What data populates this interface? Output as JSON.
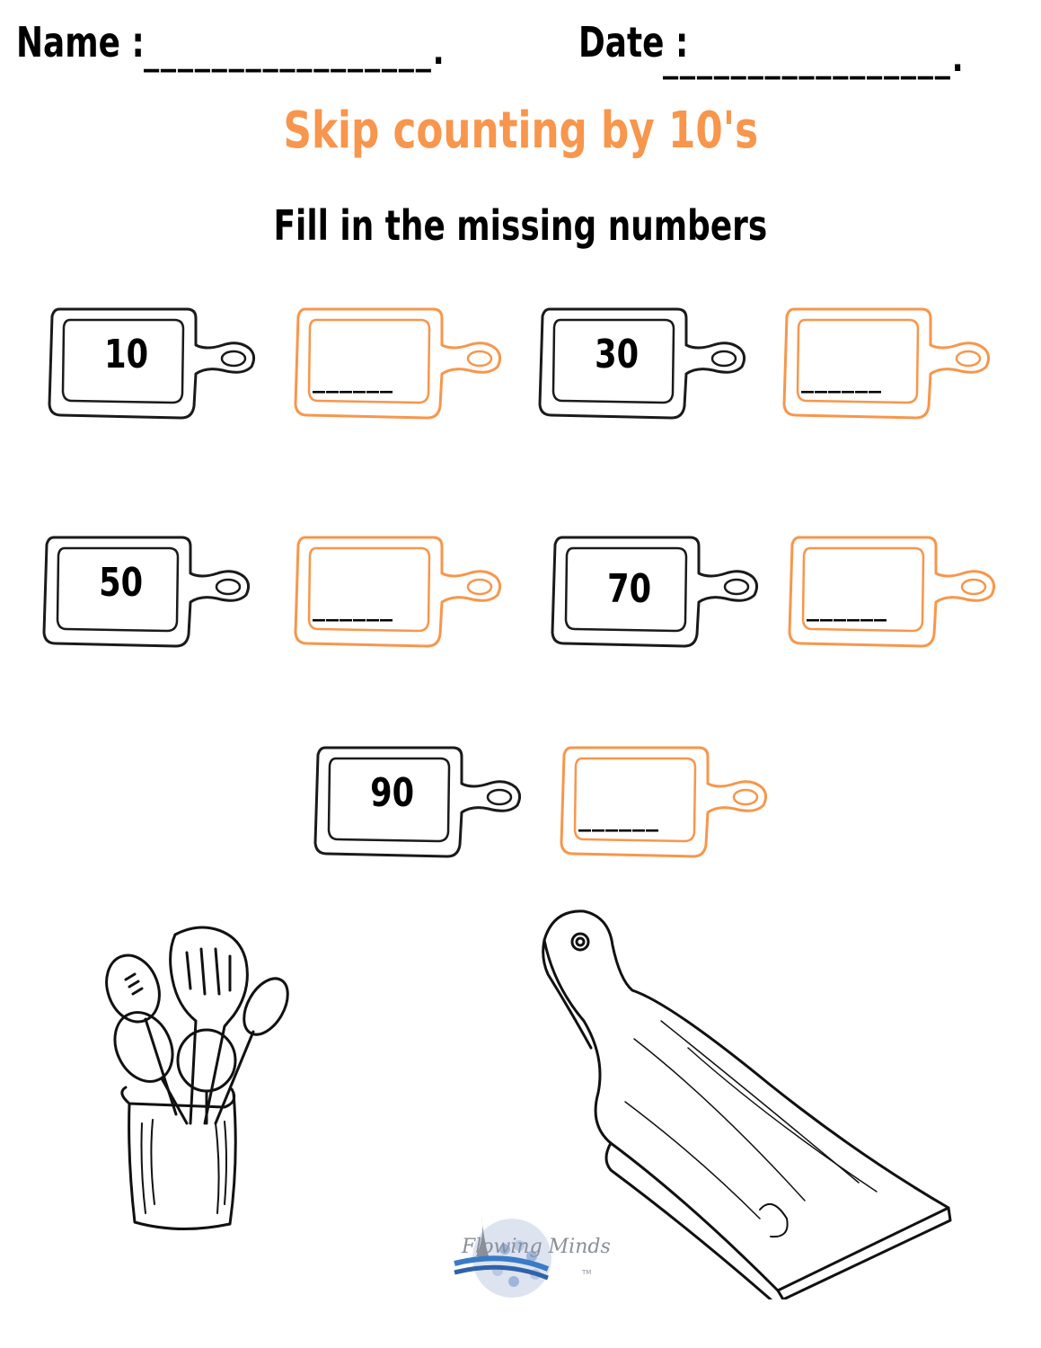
{
  "header": {
    "name_label": "Name :",
    "name_blank": "_________________.",
    "date_label": "Date :",
    "date_blank": "_________________."
  },
  "title": "Skip counting by 10's",
  "subtitle": "Fill in the missing numbers",
  "boards": [
    {
      "value": "10",
      "type": "given",
      "color": "#1a1a1a"
    },
    {
      "value": "",
      "blank": "______",
      "type": "answer",
      "color": "#f7964c"
    },
    {
      "value": "30",
      "type": "given",
      "color": "#1a1a1a"
    },
    {
      "value": "",
      "blank": "______",
      "type": "answer",
      "color": "#f7964c"
    },
    {
      "value": "50",
      "type": "given",
      "color": "#1a1a1a"
    },
    {
      "value": "",
      "blank": "______",
      "type": "answer",
      "color": "#f7964c"
    },
    {
      "value": "70",
      "type": "given",
      "color": "#1a1a1a"
    },
    {
      "value": "",
      "blank": "______",
      "type": "answer",
      "color": "#f7964c"
    },
    {
      "value": "90",
      "type": "given",
      "color": "#1a1a1a"
    },
    {
      "value": "",
      "blank": "______",
      "type": "answer",
      "color": "#f7964c"
    }
  ],
  "logo": {
    "text": "Flowing Minds",
    "tm": "TM"
  },
  "colors": {
    "accent": "#f7964c",
    "ink": "#1a1a1a",
    "logo_blue": "#3a7bc8"
  },
  "decorations": [
    "utensil-holder-illustration",
    "cutting-board-illustration"
  ]
}
